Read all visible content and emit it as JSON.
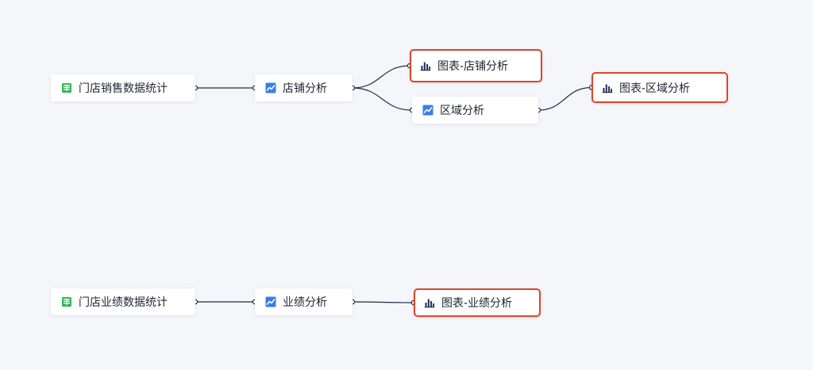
{
  "colors": {
    "connector": "#232a45",
    "highlight_border": "#e0442a",
    "table_icon": "#35b35a",
    "trend_icon": "#3b7dea",
    "chart_icon": "#1f2d55"
  },
  "nodes": [
    {
      "id": "n1",
      "label": "门店销售数据统计",
      "icon": "table-icon",
      "highlight": false
    },
    {
      "id": "n2",
      "label": "店铺分析",
      "icon": "trend-icon",
      "highlight": false
    },
    {
      "id": "n3",
      "label": "图表-店铺分析",
      "icon": "bar-chart-icon",
      "highlight": true
    },
    {
      "id": "n4",
      "label": "区域分析",
      "icon": "trend-icon",
      "highlight": false
    },
    {
      "id": "n5",
      "label": "图表-区域分析",
      "icon": "bar-chart-icon",
      "highlight": true
    },
    {
      "id": "n6",
      "label": "门店业绩数据统计",
      "icon": "table-icon",
      "highlight": false
    },
    {
      "id": "n7",
      "label": "业绩分析",
      "icon": "trend-icon",
      "highlight": false
    },
    {
      "id": "n8",
      "label": "图表-业绩分析",
      "icon": "bar-chart-icon",
      "highlight": true
    }
  ],
  "edges": [
    {
      "from": "n1",
      "to": "n2"
    },
    {
      "from": "n2",
      "to": "n3"
    },
    {
      "from": "n2",
      "to": "n4"
    },
    {
      "from": "n4",
      "to": "n5"
    },
    {
      "from": "n6",
      "to": "n7"
    },
    {
      "from": "n7",
      "to": "n8"
    }
  ]
}
